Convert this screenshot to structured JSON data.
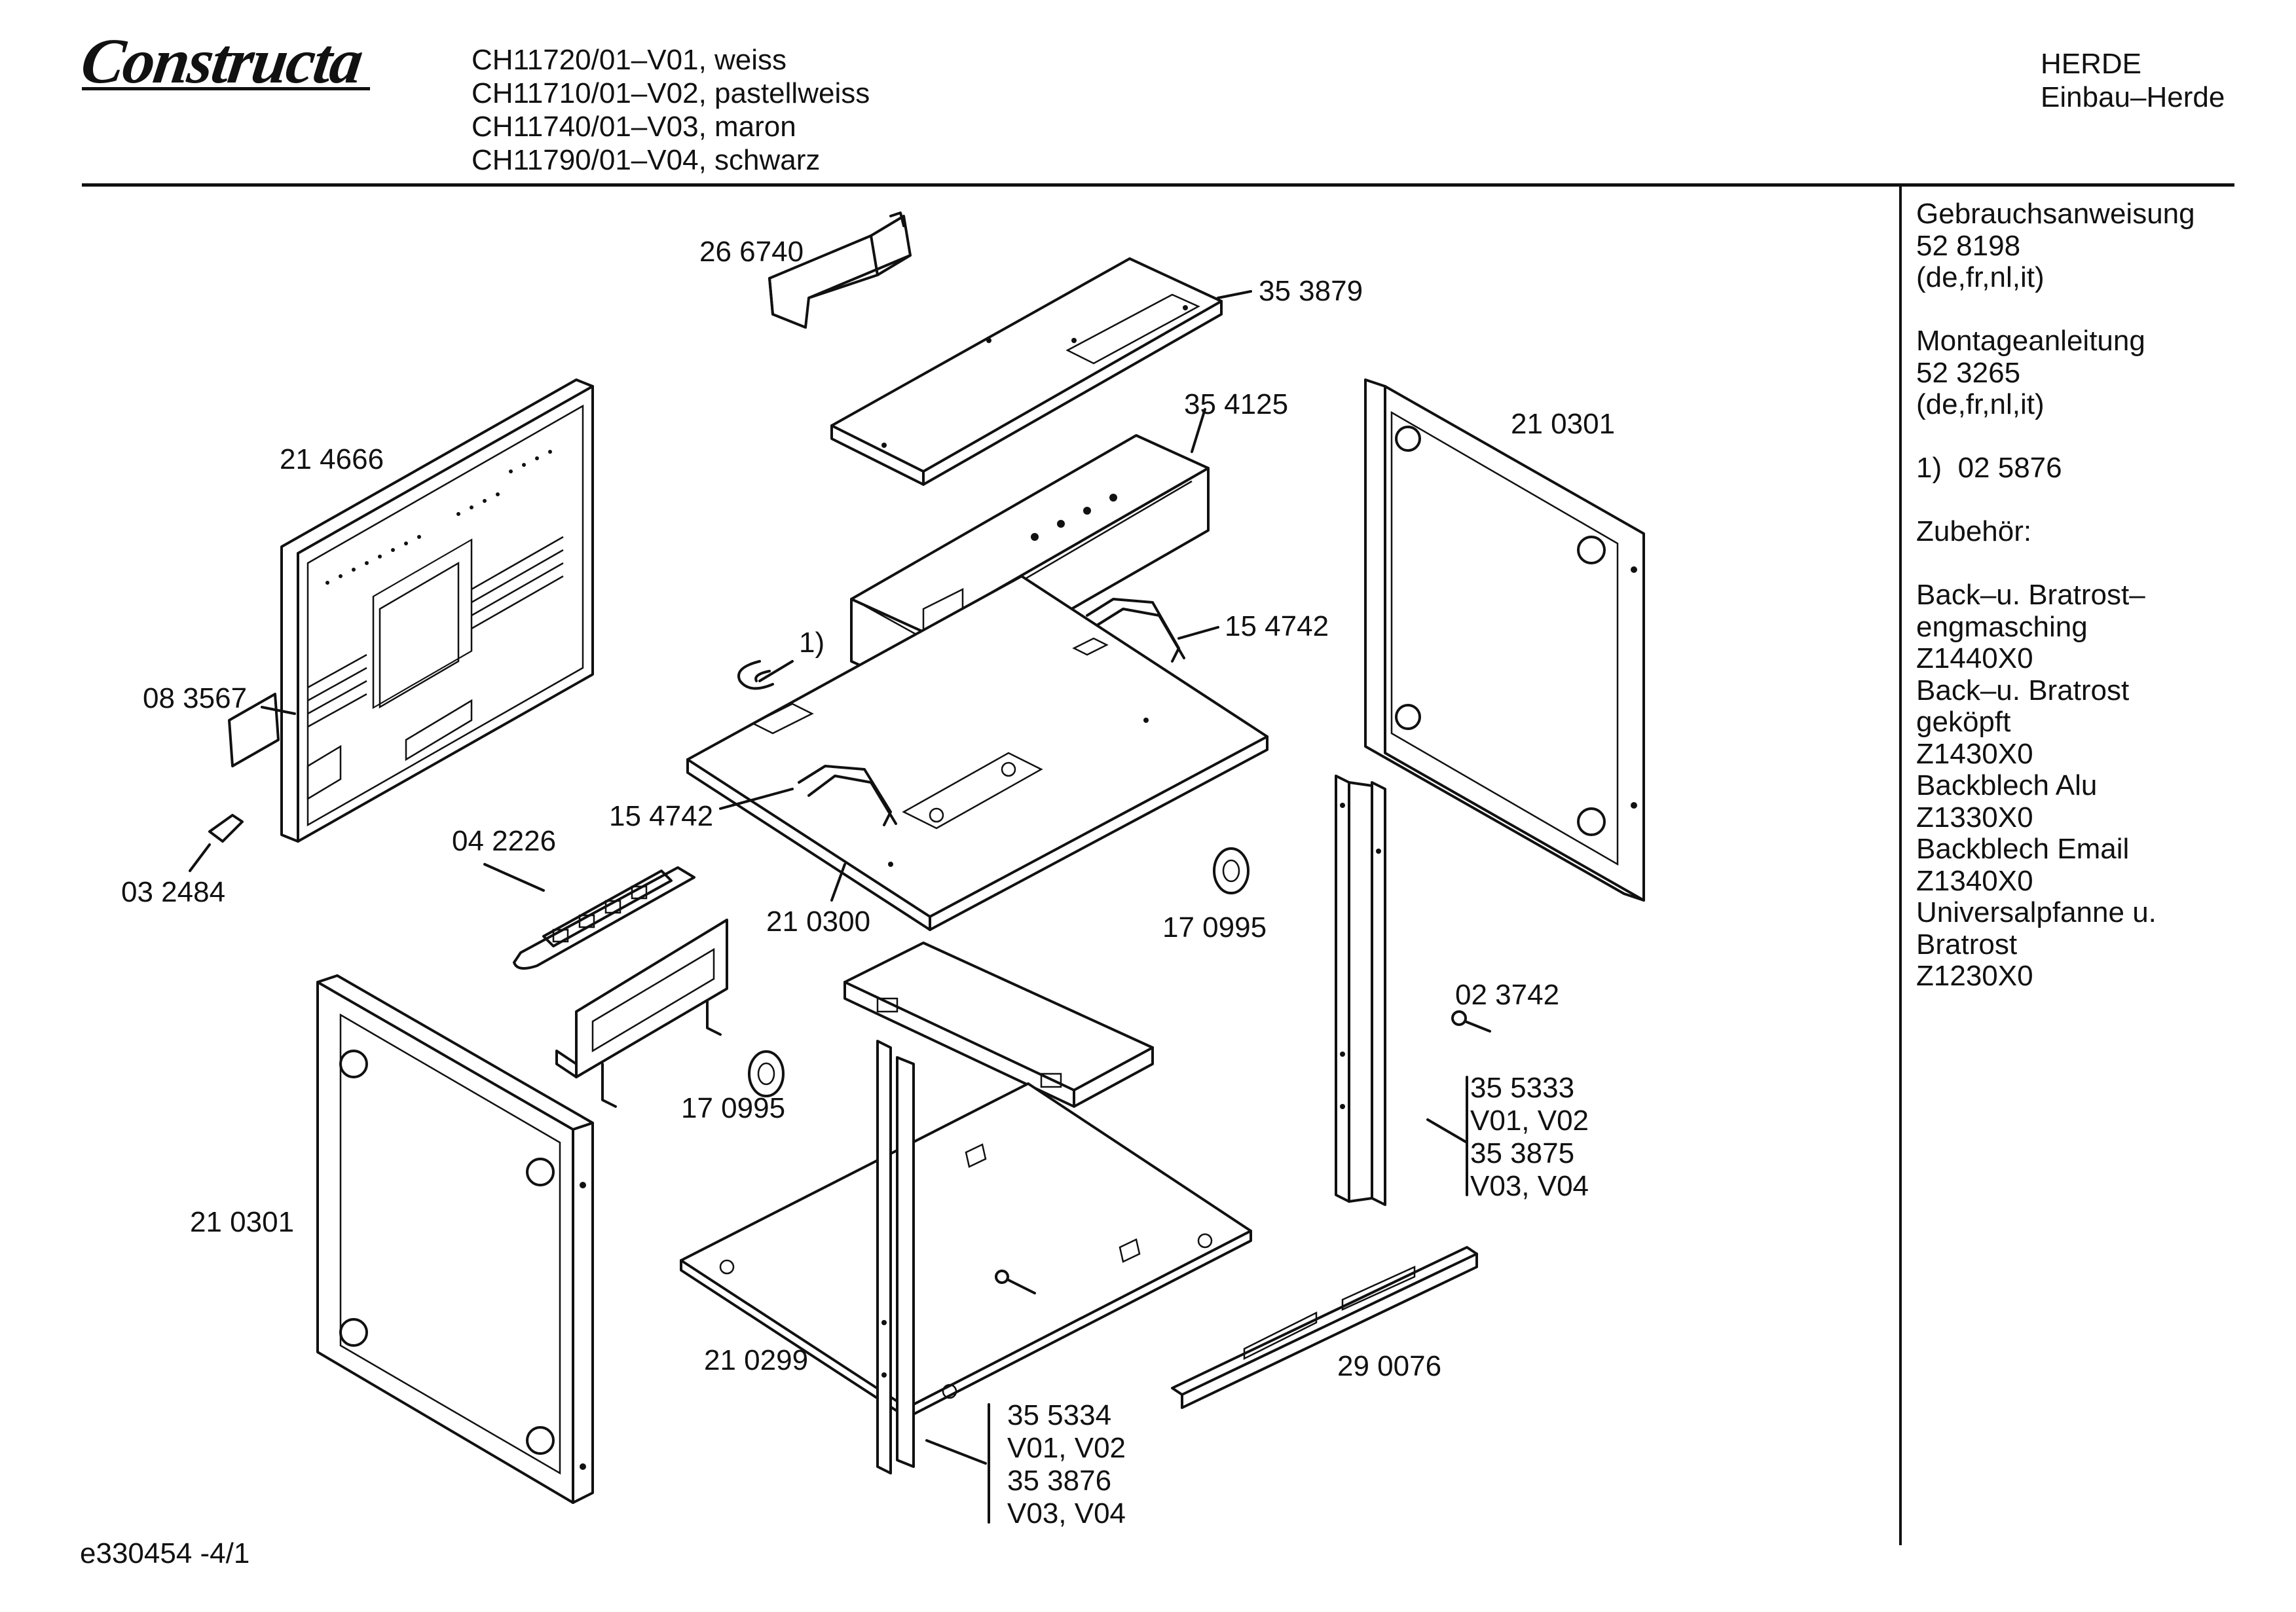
{
  "header": {
    "brand": "Constructa",
    "models": [
      "CH11720/01–V01, weiss",
      "CH11710/01–V02, pastellweiss",
      "CH11740/01–V03, maron",
      "CH11790/01–V04, schwarz"
    ],
    "category": "HERDE",
    "subcategory": "Einbau–Herde"
  },
  "sidebar": {
    "lines": [
      "Gebrauchsanweisung",
      "52 8198",
      "(de,fr,nl,it)",
      "",
      "Montageanleitung",
      "52 3265",
      "(de,fr,nl,it)",
      "",
      "1)  02 5876",
      "",
      "Zubehör:",
      "",
      "Back–u. Bratrost–",
      "engmasching",
      "Z1440X0",
      "Back–u. Bratrost",
      "geköpft",
      "Z1430X0",
      "Backblech Alu",
      "Z1330X0",
      "Backblech Email",
      "Z1340X0",
      "Universalpfanne u.",
      "Bratrost",
      "Z1230X0"
    ]
  },
  "parts": [
    {
      "id": "p266740",
      "label": "26 6740"
    },
    {
      "id": "p353879",
      "label": "35 3879"
    },
    {
      "id": "p354125",
      "label": "35 4125"
    },
    {
      "id": "p210301a",
      "label": "21 0301"
    },
    {
      "id": "p214666",
      "label": "21 4666"
    },
    {
      "id": "p1note",
      "label": "1)"
    },
    {
      "id": "p154742a",
      "label": "15 4742"
    },
    {
      "id": "p083567",
      "label": "08 3567"
    },
    {
      "id": "p154742b",
      "label": "15 4742"
    },
    {
      "id": "p042226",
      "label": "04 2226"
    },
    {
      "id": "p032484",
      "label": "03 2484"
    },
    {
      "id": "p210300",
      "label": "21 0300"
    },
    {
      "id": "p170995a",
      "label": "17 0995"
    },
    {
      "id": "p023742",
      "label": "02 3742"
    },
    {
      "id": "p170995b",
      "label": "17 0995"
    },
    {
      "id": "p355333",
      "label": "35 5333"
    },
    {
      "id": "p355333v",
      "label": "V01, V02"
    },
    {
      "id": "p353875",
      "label": "35 3875"
    },
    {
      "id": "p353875v",
      "label": "V03, V04"
    },
    {
      "id": "p210301b",
      "label": "21 0301"
    },
    {
      "id": "p290076",
      "label": "29 0076"
    },
    {
      "id": "p210299",
      "label": "21 0299"
    },
    {
      "id": "p355334",
      "label": "35 5334"
    },
    {
      "id": "p355334v",
      "label": "V01, V02"
    },
    {
      "id": "p353876",
      "label": "35 3876"
    },
    {
      "id": "p353876v",
      "label": "V03, V04"
    }
  ],
  "footer": {
    "drawing_id": "e330454 -4/1"
  }
}
